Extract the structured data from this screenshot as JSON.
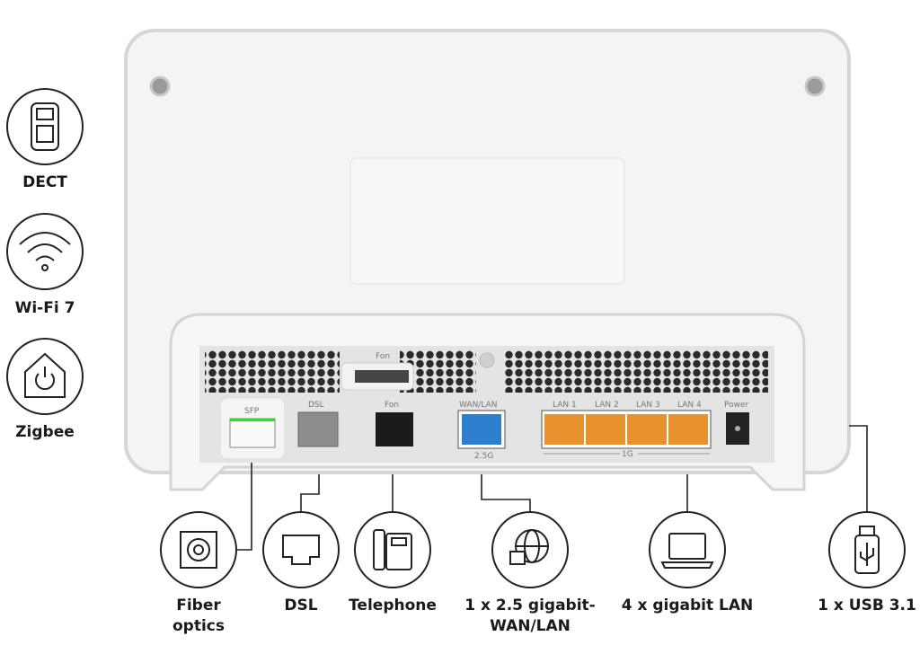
{
  "features": [
    {
      "label": "DECT",
      "icon": "dect-phone-icon"
    },
    {
      "label": "Wi-Fi 7",
      "icon": "wifi-icon"
    },
    {
      "label": "Zigbee",
      "icon": "smart-home-icon"
    }
  ],
  "panel": {
    "fon_top": "Fon",
    "ports": {
      "sfp": "SFP",
      "dsl": "DSL",
      "fon": "Fon",
      "wan": "WAN/LAN",
      "wan_speed": "2.5G",
      "lan1": "LAN 1",
      "lan2": "LAN 2",
      "lan3": "LAN 3",
      "lan4": "LAN 4",
      "lan_speed": "1G",
      "power": "Power"
    }
  },
  "connections": [
    {
      "line1": "Fiber",
      "line2": "optics",
      "icon": "fiber-port-icon"
    },
    {
      "line1": "DSL",
      "icon": "dsl-port-icon"
    },
    {
      "line1": "Telephone",
      "icon": "telephone-icon"
    },
    {
      "line1": "1 x 2.5 gigabit-",
      "line2": "WAN/LAN",
      "icon": "globe-network-icon"
    },
    {
      "line1": "4 x gigabit LAN",
      "icon": "laptop-icon"
    },
    {
      "line1": "1 x USB 3.1",
      "icon": "usb-stick-icon"
    }
  ],
  "colors": {
    "lan": "#e8922e",
    "wan": "#2f7fd0",
    "fon": "#1b1b1b",
    "dsl": "#8c8c8c",
    "sfp_accent": "#4bc94b"
  }
}
